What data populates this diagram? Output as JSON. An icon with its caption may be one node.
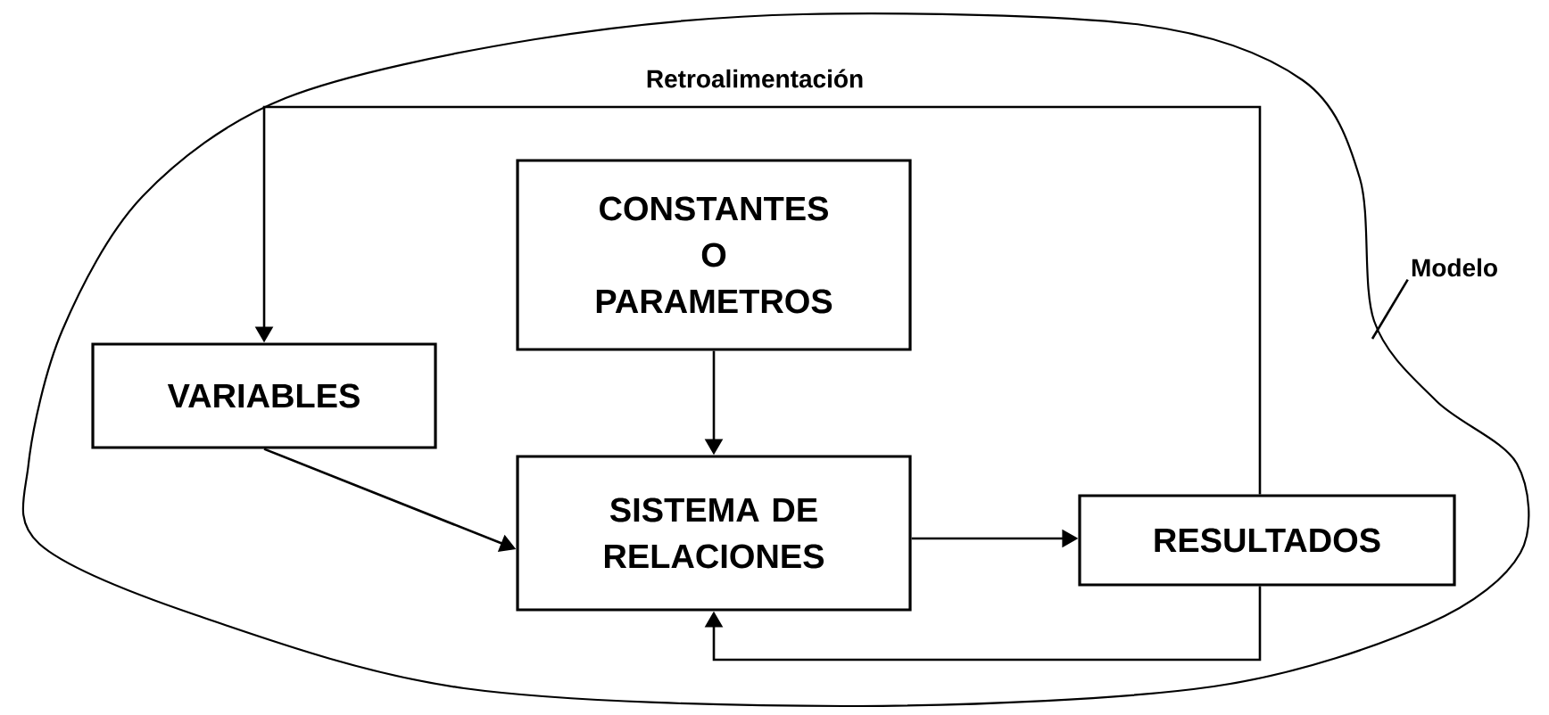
{
  "diagram": {
    "nodes": [
      {
        "text": [],
        "shape": "cloud"
      },
      {
        "text": [
          "CONSTANTES O PARAMETROS"
        ],
        "in": 0
      },
      {
        "text": [
          "VARIABLES"
        ],
        "in": 0
      },
      {
        "text": [
          "SISTEMA DE RELACIONES"
        ],
        "in": 0
      },
      {
        "text": [
          "RESULTADOS"
        ],
        "in": 0
      },
      {
        "text": [
          "Modelo"
        ]
      }
    ],
    "edges": [
      {
        "from": 1,
        "to": 3,
        "arrow": "to"
      },
      {
        "from": 2,
        "to": 3,
        "arrow": "to"
      },
      {
        "from": 3,
        "to": 4,
        "arrow": "to"
      },
      {
        "from": 4,
        "to": 2,
        "arrow": "to",
        "label": "Retroalimentación"
      },
      {
        "from": 4,
        "to": 3,
        "arrow": "to"
      },
      {
        "from": 5,
        "to": 0,
        "arrow": "none"
      }
    ]
  }
}
